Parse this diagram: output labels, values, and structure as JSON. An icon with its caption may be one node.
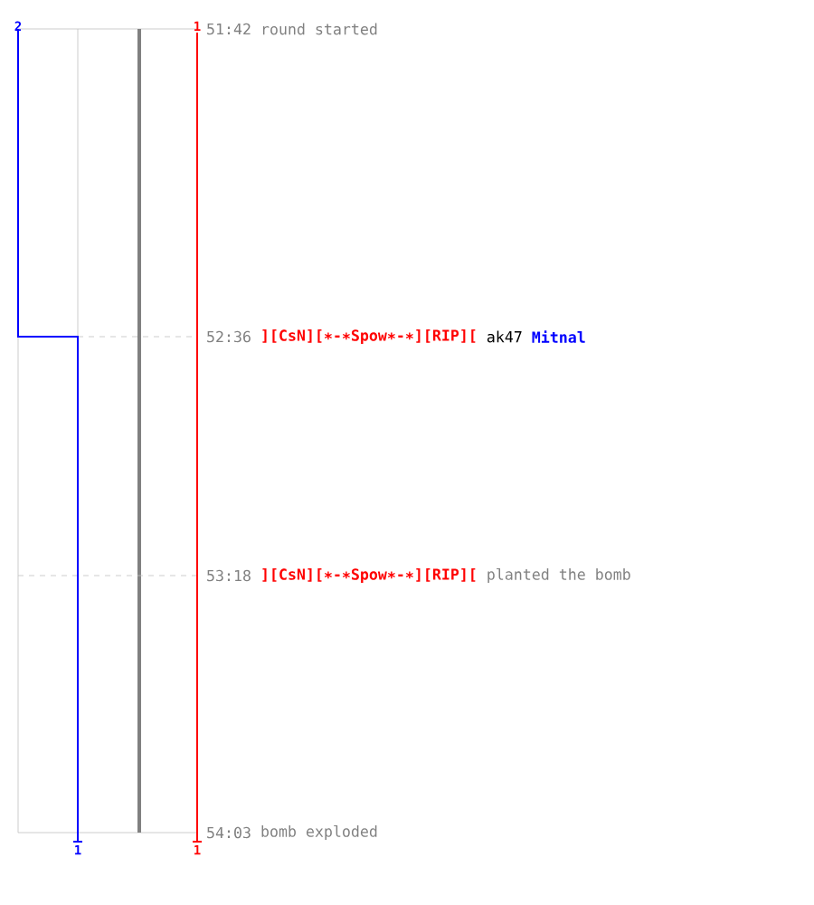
{
  "diagram": {
    "labels": [
      "2",
      "1",
      "51:42",
      "round started",
      "52:36",
      "][CsN][∗-∗Spow∗-∗][RIP][",
      "ak47",
      "Mitnal",
      "53:18",
      "][CsN][∗-∗Spow∗-∗][RIP][",
      "planted the bomb",
      "54:03",
      "bomb exploded",
      "1",
      "1"
    ]
  }
}
